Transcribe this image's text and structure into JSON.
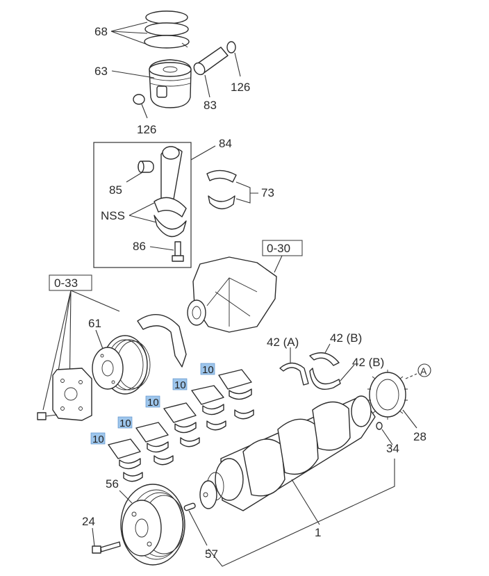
{
  "callouts": {
    "c68": "68",
    "c63": "63",
    "c83": "83",
    "c126a": "126",
    "c126b": "126",
    "c84": "84",
    "c85": "85",
    "c73": "73",
    "cnss": "NSS",
    "c86": "86",
    "c030": "0-30",
    "c033": "0-33",
    "c61": "61",
    "c42a": "42 (A)",
    "c42b1": "42 (B)",
    "c42b2": "42 (B)",
    "cA": "A",
    "c28": "28",
    "c34": "34",
    "c56": "56",
    "c24": "24",
    "c57": "57",
    "c1": "1"
  },
  "highlight_tags": [
    "10",
    "10",
    "10",
    "10",
    "10"
  ],
  "colors": {
    "highlight_fill": "#9ec6ec",
    "line": "#333333"
  }
}
